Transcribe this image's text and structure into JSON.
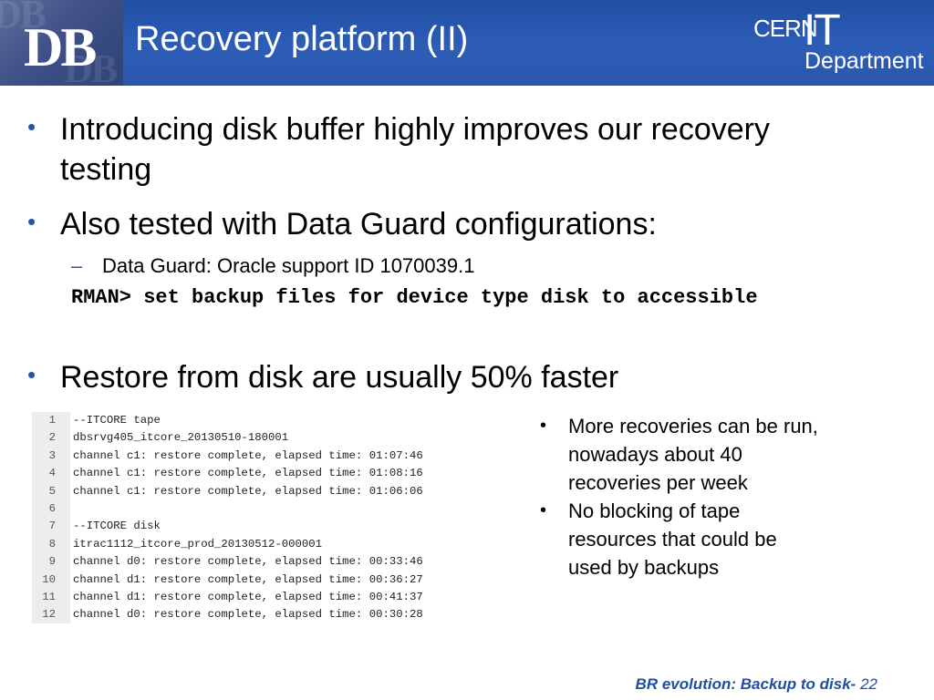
{
  "header": {
    "logo_text": "DB",
    "title": "Recovery platform (II)",
    "cern_text": "CERN",
    "it_text": "IT",
    "department_text": "Department"
  },
  "bullets": [
    {
      "marker": "•",
      "text_line1": "Introducing disk buffer highly improves our recovery",
      "text_line2": "testing"
    },
    {
      "marker": "•",
      "text": "Also tested with Data Guard configurations:"
    },
    {
      "marker": "•",
      "text": "Restore from disk are usually 50% faster"
    }
  ],
  "sub_bullet": {
    "marker": "–",
    "text": "Data Guard: Oracle support ID 1070039.1"
  },
  "command": "RMAN> set backup files for device type disk to accessible",
  "code_listing": [
    {
      "num": "1",
      "text": "--ITCORE tape"
    },
    {
      "num": "2",
      "text": "dbsrvg405_itcore_20130510-180001"
    },
    {
      "num": "3",
      "text": "channel c1: restore complete, elapsed time: 01:07:46"
    },
    {
      "num": "4",
      "text": "channel c1: restore complete, elapsed time: 01:08:16"
    },
    {
      "num": "5",
      "text": "channel c1: restore complete, elapsed time: 01:06:06"
    },
    {
      "num": "6",
      "text": ""
    },
    {
      "num": "7",
      "text": "--ITCORE disk"
    },
    {
      "num": "8",
      "text": "itrac1112_itcore_prod_20130512-000001"
    },
    {
      "num": "9",
      "text": "channel d0: restore complete, elapsed time: 00:33:46"
    },
    {
      "num": "10",
      "text": "channel d1: restore complete, elapsed time: 00:36:27"
    },
    {
      "num": "11",
      "text": "channel d1: restore complete, elapsed time: 00:41:37"
    },
    {
      "num": "12",
      "text": "channel d0: restore complete, elapsed time: 00:30:28"
    }
  ],
  "right_bullets": [
    {
      "marker": "•",
      "lines": [
        "More recoveries can be run,",
        "nowadays about 40",
        "recoveries per week"
      ]
    },
    {
      "marker": "•",
      "lines": [
        "No blocking of tape",
        "resources that could be",
        "used by backups"
      ]
    }
  ],
  "footer": {
    "text": "BR evolution: Backup to disk-",
    "page": "22"
  },
  "colors": {
    "header_blue": "#2d5db6",
    "accent_blue": "#2453a8",
    "footer_blue": "#1f4ea3"
  }
}
